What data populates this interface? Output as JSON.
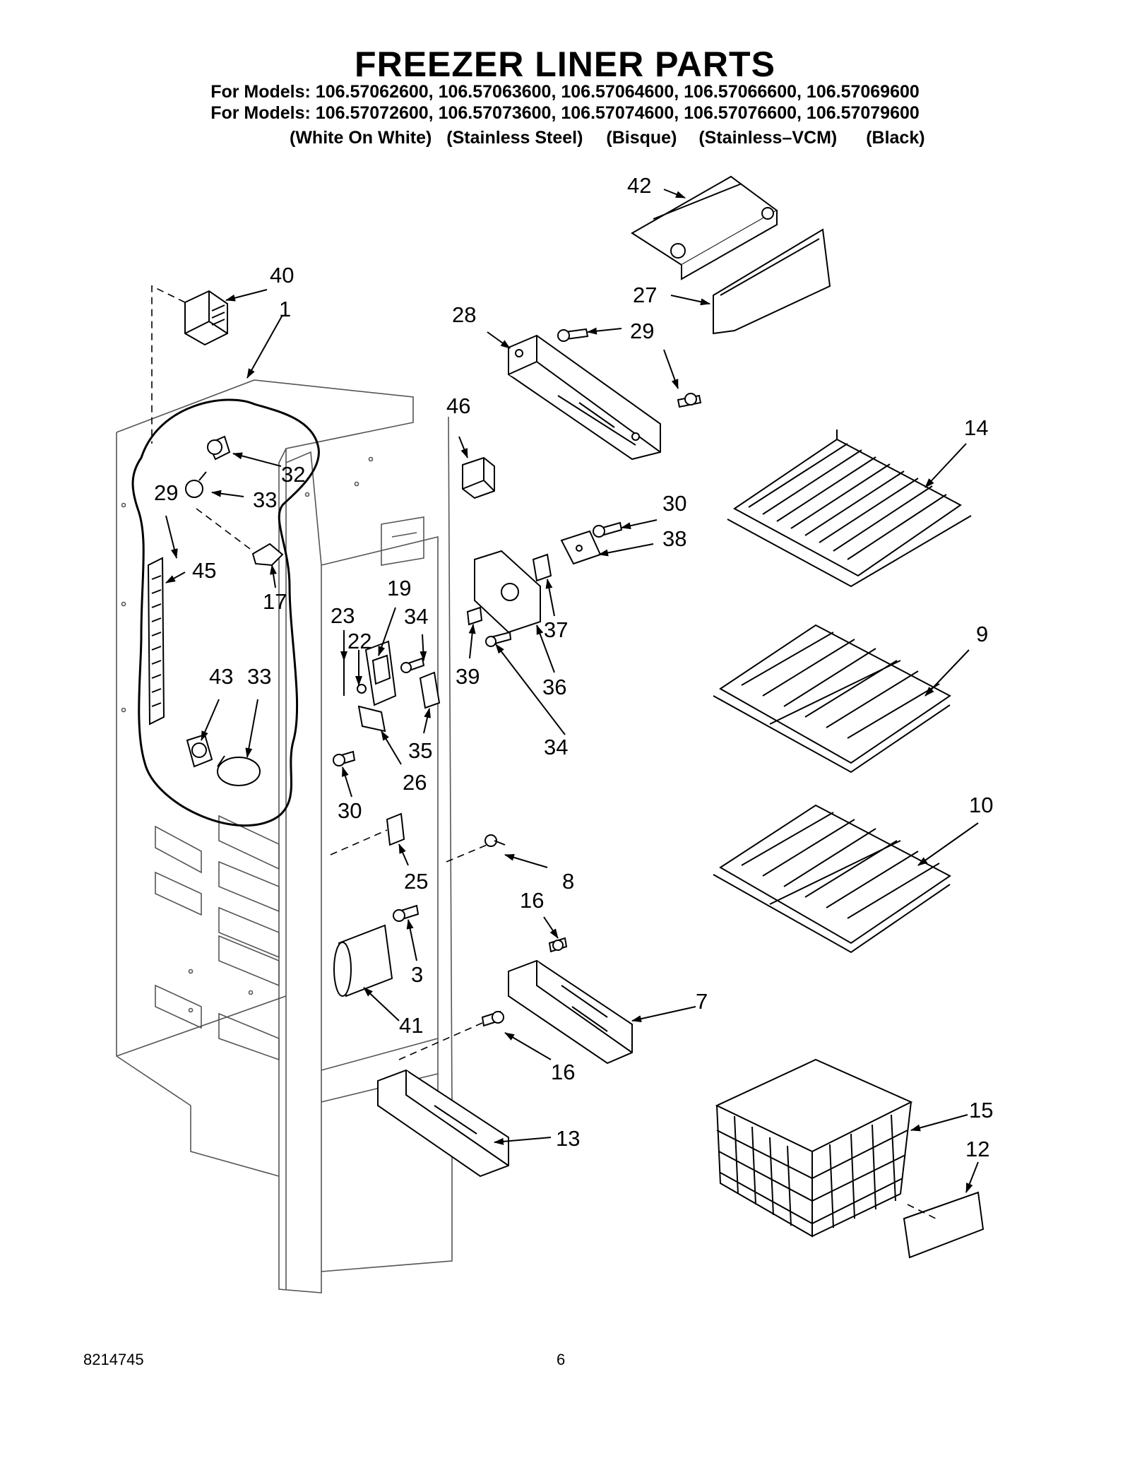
{
  "title": "FREEZER LINER PARTS",
  "model_lines": [
    "For Models: 106.57062600, 106.57063600, 106.57064600, 106.57066600, 106.57069600",
    "For Models: 106.57072600, 106.57073600, 106.57074600, 106.57076600, 106.57079600"
  ],
  "finishes": [
    "(White On White)",
    "(Stainless Steel)",
    "(Bisque)",
    "(Stainless–VCM)",
    "(Black)"
  ],
  "callouts": {
    "c42": "42",
    "c27": "27",
    "c28": "28",
    "c29a": "29",
    "c40": "40",
    "c1": "1",
    "c46": "46",
    "c14": "14",
    "c32": "32",
    "c29b": "29",
    "c33a": "33",
    "c30a": "30",
    "c38": "38",
    "c45": "45",
    "c17": "17",
    "c19": "19",
    "c23": "23",
    "c34a": "34",
    "c22": "22",
    "c37": "37",
    "c9": "9",
    "c39": "39",
    "c36": "36",
    "c43": "43",
    "c33b": "33",
    "c34b": "34",
    "c35": "35",
    "c26": "26",
    "c30b": "30",
    "c10": "10",
    "c8": "8",
    "c25": "25",
    "c16a": "16",
    "c3": "3",
    "c7": "7",
    "c41": "41",
    "c16b": "16",
    "c15": "15",
    "c13": "13",
    "c12": "12"
  },
  "footer": {
    "doc_number": "8214745",
    "page_number": "6"
  }
}
